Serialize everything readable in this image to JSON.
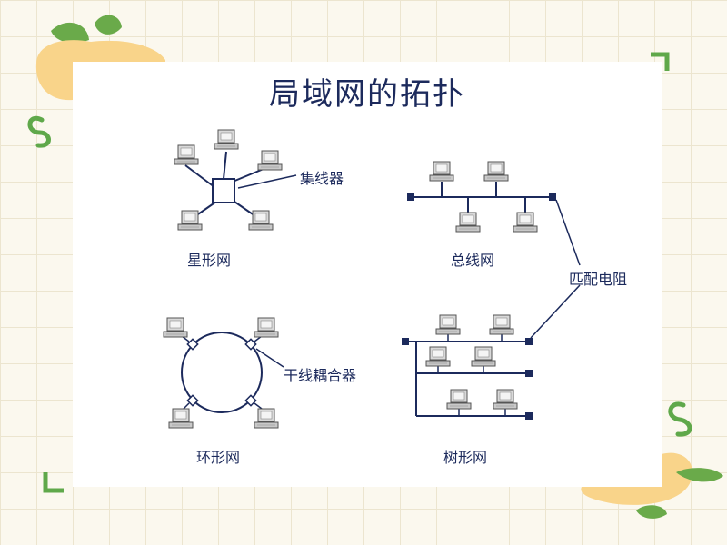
{
  "title": "局域网的拓扑",
  "labels": {
    "star": "星形网",
    "bus": "总线网",
    "ring": "环形网",
    "tree": "树形网",
    "hub": "集线器",
    "terminator": "匹配电阻",
    "coupler": "干线耦合器"
  },
  "colors": {
    "line": "#1c2a5c",
    "accent_orange": "#f9d48a",
    "accent_green": "#5fa84a",
    "background": "#fbf8ee"
  }
}
